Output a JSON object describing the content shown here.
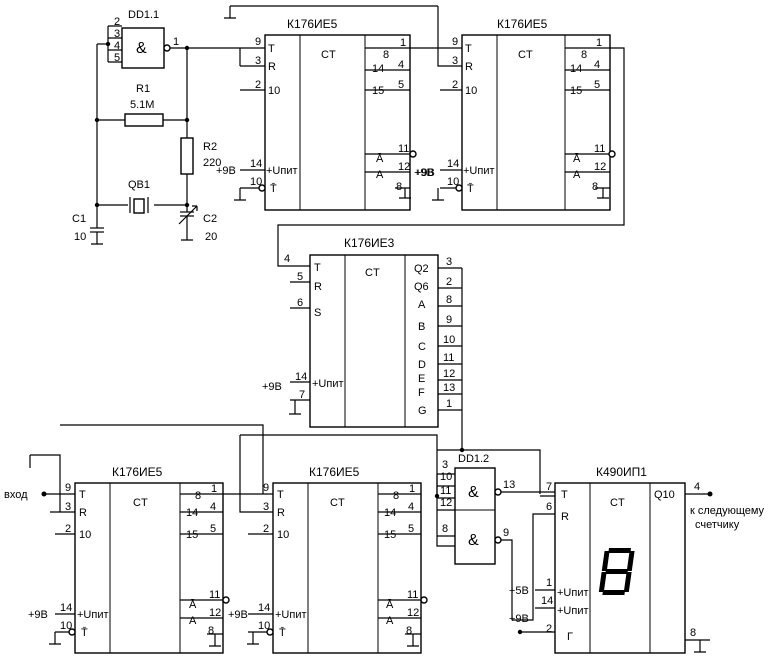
{
  "ic": {
    "dd11": {
      "name": "DD1.1",
      "pins_in": [
        "2",
        "3",
        "4",
        "5"
      ],
      "pin_out": "1",
      "symbol": "&"
    },
    "u1": {
      "name": "К176ИЕ5"
    },
    "u2": {
      "name": "К176ИЕ5"
    },
    "u3": {
      "name": "К176ИЕ3"
    },
    "u4": {
      "name": "К176ИЕ5"
    },
    "u5": {
      "name": "К176ИЕ5"
    },
    "dd12": {
      "name": "DD1.2",
      "symbol": "&"
    },
    "u6": {
      "name": "К490ИП1"
    }
  },
  "ct": "CT",
  "ie5_pins": {
    "left": [
      "9",
      "3",
      "2",
      "14",
      "10"
    ],
    "left_labels": [
      "T",
      "R",
      "10",
      "+Uпит",
      "T̄"
    ],
    "right": [
      "8",
      "14",
      "15",
      "11",
      "12",
      "8"
    ],
    "right_out": [
      "1",
      "4",
      "5"
    ],
    "right_labels": [
      "Ā",
      "A"
    ]
  },
  "ie3_pins": {
    "left": [
      "4",
      "5",
      "6",
      "14",
      "7"
    ],
    "left_labels": [
      "T",
      "R",
      "S",
      "+Uпит"
    ],
    "right_out": [
      "3",
      "2",
      "8",
      "9",
      "10",
      "11",
      "12",
      "13",
      "1"
    ],
    "right_labels": [
      "Q2",
      "Q6",
      "A",
      "B",
      "C",
      "D",
      "E",
      "F",
      "G"
    ]
  },
  "dd12_pins": {
    "left": [
      "3",
      "10",
      "11",
      "12",
      "8"
    ],
    "right": [
      "13",
      "9"
    ]
  },
  "u6_pins": {
    "left": [
      "7",
      "6",
      "1",
      "14",
      "2"
    ],
    "left_labels": [
      "T",
      "R",
      "+Uпит",
      "+Uпит",
      "Г"
    ],
    "out": "4",
    "out_label": "Q10",
    "gnd": "8",
    "display": "8"
  },
  "parts": {
    "r1": {
      "name": "R1",
      "value": "5.1M"
    },
    "r2": {
      "name": "R2",
      "value": "220"
    },
    "qb1": {
      "name": "QB1"
    },
    "c1": {
      "name": "C1",
      "value": "10"
    },
    "c2": {
      "name": "C2",
      "value": "20"
    }
  },
  "power": {
    "plus9": "+9В",
    "plus5": "+5В"
  },
  "io": {
    "input": "вход",
    "next1": "к следующему",
    "next2": "счетчику"
  }
}
